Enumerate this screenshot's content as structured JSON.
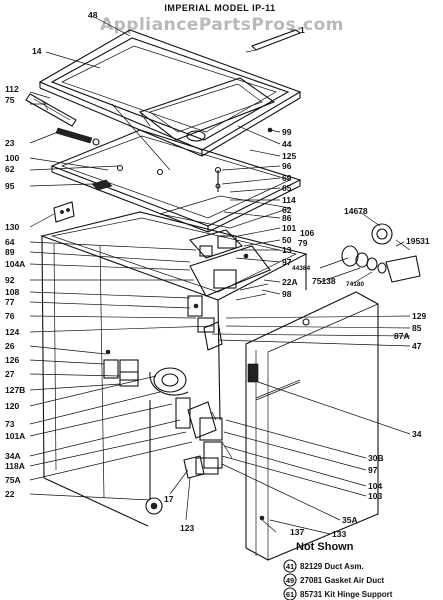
{
  "watermark": "AppliancePartsPros.com",
  "title": "IMPERIAL MODEL IP-11",
  "labels": {
    "p48": "48",
    "p1": "1",
    "p14": "14",
    "p112": "112",
    "p75": "75",
    "p23": "23",
    "p100": "100",
    "p62a": "62",
    "p95": "95",
    "p99": "99",
    "p44": "44",
    "p125": "125",
    "p96": "96",
    "p69": "69",
    "p65": "65",
    "p114": "114",
    "p62b": "62",
    "p86": "86",
    "p101": "101",
    "p106": "106",
    "p50": "50",
    "p79": "79",
    "p13": "13",
    "p97a": "97",
    "p130": "130",
    "p64": "64",
    "p89": "89",
    "p104a": "104A",
    "p92": "92",
    "p108": "108",
    "p77": "77",
    "p76": "76",
    "p124": "124",
    "p26": "26",
    "p126": "126",
    "p27": "27",
    "p127b": "127B",
    "p120": "120",
    "p73": "73",
    "p101a": "101A",
    "p34a": "34A",
    "p118a": "118A",
    "p75a": "75A",
    "p22": "22",
    "p17": "17",
    "p123": "123",
    "p14678": "14678",
    "p19531": "19531",
    "p44384": "44384",
    "p75138": "75138",
    "p74180": "74180",
    "p22a": "22A",
    "p98": "98",
    "p129": "129",
    "p85": "85",
    "p87a": "87A",
    "p47": "47",
    "p34": "34",
    "p30b": "30B",
    "p97b": "97",
    "p104b": "104",
    "p103": "103",
    "p35a": "35A",
    "p133": "133",
    "p137": "137"
  },
  "not_shown": {
    "heading": "Not Shown",
    "items": [
      {
        "num": "41",
        "text": "82129 Duct Asm."
      },
      {
        "num": "49",
        "text": "27081 Gasket Air Duct"
      },
      {
        "num": "61",
        "text": "85731 Kit Hinge Support"
      }
    ]
  }
}
